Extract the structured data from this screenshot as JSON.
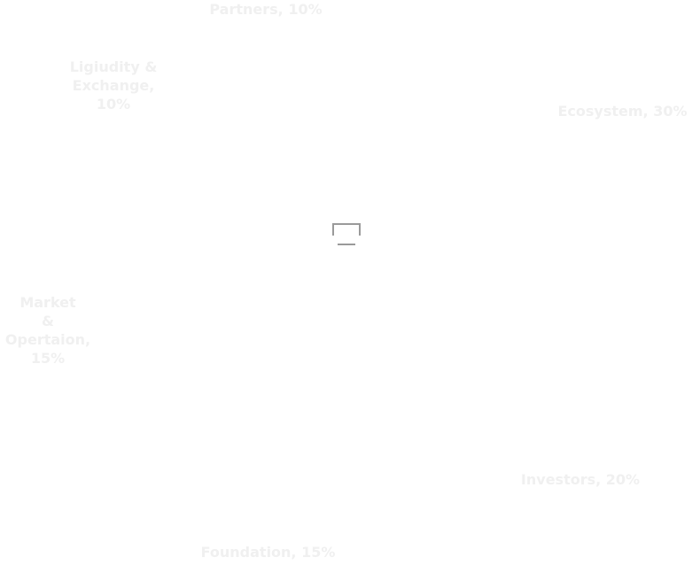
{
  "chart_data": {
    "type": "pie",
    "donut": true,
    "title": "",
    "label_color": "#f0f0f0",
    "slices": [
      {
        "name": "Ecosystem",
        "value": 30,
        "label": "Ecosystem, 30%"
      },
      {
        "name": "Investors",
        "value": 20,
        "label": "Investors, 20%"
      },
      {
        "name": "Foundation",
        "value": 15,
        "label": "Foundation, 15%"
      },
      {
        "name": "Market & Opertaion",
        "value": 15,
        "label": "Market\n& Opertaion,\n15%"
      },
      {
        "name": "Ligiudity & Exchange",
        "value": 10,
        "label": "Ligiudity &\nExchange,\n10%"
      },
      {
        "name": "Partners",
        "value": 10,
        "label": "Partners, 10%"
      }
    ]
  },
  "center_icon": "monitor-icon",
  "colors": {
    "slices": [
      "#ffffff",
      "#ffffff",
      "#ffffff",
      "#ffffff",
      "#ffffff",
      "#ffffff"
    ],
    "icon": "#9a9a9a"
  }
}
